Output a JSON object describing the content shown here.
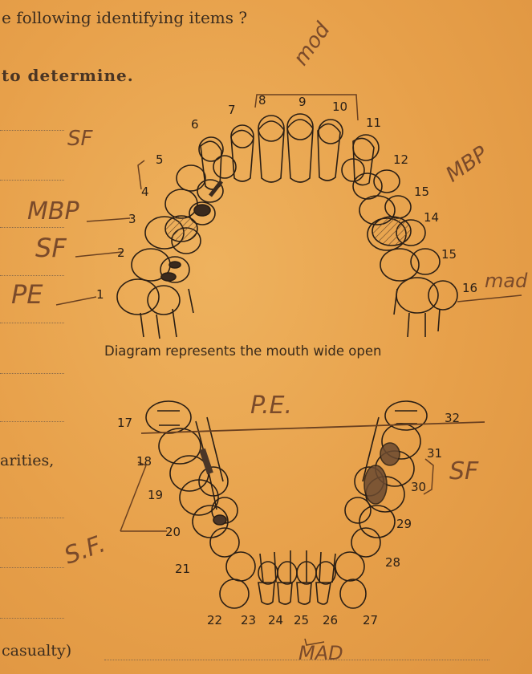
{
  "header": {
    "question": "e following identifying items ?",
    "instruction": "to determine."
  },
  "caption": "Diagram represents the mouth wide open",
  "left_margin": {
    "rarities": "arities,",
    "casualty": "casualty)"
  },
  "upper_tooth_numbers": [
    "1",
    "2",
    "3",
    "4",
    "5",
    "6",
    "7",
    "8",
    "9",
    "10",
    "11",
    "12",
    "15",
    "14",
    "15",
    "16"
  ],
  "lower_tooth_numbers": [
    "17",
    "18",
    "19",
    "20",
    "21",
    "22",
    "23",
    "24",
    "25",
    "26",
    "27",
    "28",
    "29",
    "30",
    "31",
    "32"
  ],
  "handwritten": {
    "mod": "mod",
    "sf_upper": "SF",
    "mbp_right": "MBP",
    "mbp_left": "MBP",
    "sf_left": "SF",
    "pe_left": "PE",
    "mad_right": "mad",
    "pe_lower": "P.E.",
    "sf_lower_right": "SF",
    "sf_lower_left": "S.F.",
    "mad_bottom": "MAD"
  }
}
